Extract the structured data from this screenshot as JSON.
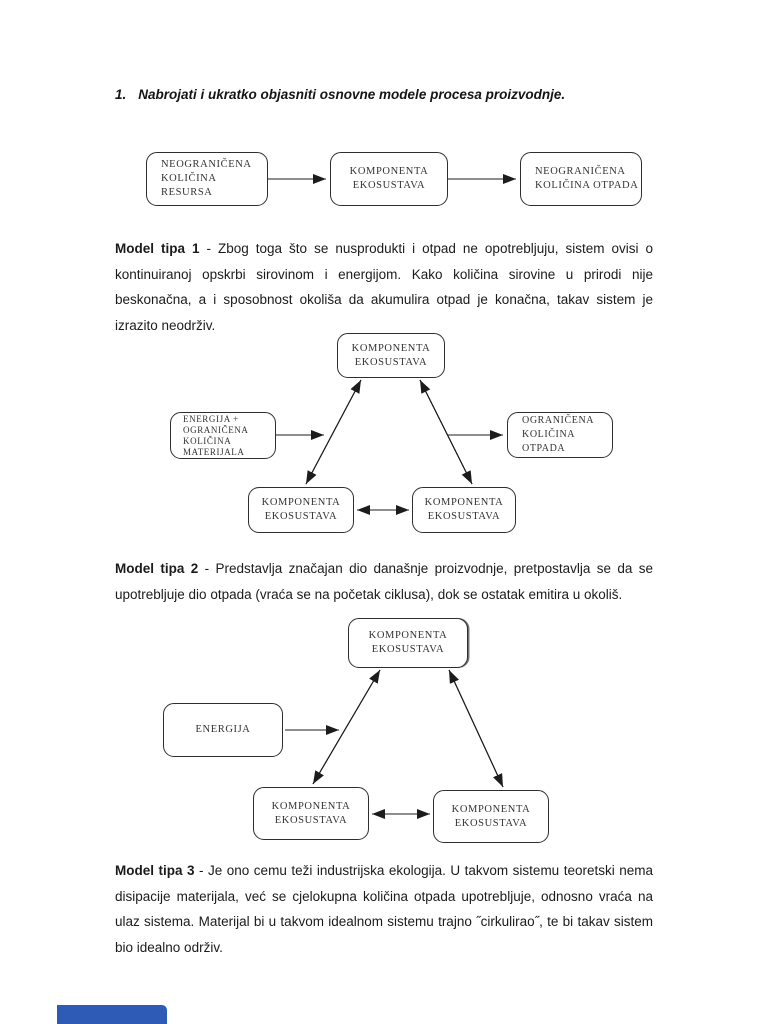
{
  "heading": {
    "number": "1.",
    "text": "Nabrojati i ukratko objasniti osnovne modele procesa proizvodnje."
  },
  "diagrams": [
    {
      "name": "model-tipa-1",
      "boxes": [
        {
          "id": "resursi",
          "lines": [
            "NEOGRANIČENA",
            "KOLIČINA RESURSA"
          ]
        },
        {
          "id": "komponenta",
          "lines": [
            "KOMPONENTA",
            "EKOSUSTAVA"
          ]
        },
        {
          "id": "otpad",
          "lines": [
            "NEOGRANIČENA",
            "KOLIČINA OTPADA"
          ]
        }
      ]
    },
    {
      "name": "model-tipa-2",
      "boxes": [
        {
          "id": "komponenta-top",
          "lines": [
            "KOMPONENTA",
            "EKOSUSTAVA"
          ]
        },
        {
          "id": "ulaz",
          "lines": [
            "ENERGIJA +",
            "OGRANIČENA",
            "KOLIČINA",
            "MATERIJALA"
          ]
        },
        {
          "id": "izlaz",
          "lines": [
            "OGRANIČENA",
            "KOLIČINA OTPADA"
          ]
        },
        {
          "id": "komponenta-dolje-lijevo",
          "lines": [
            "KOMPONENTA",
            "EKOSUSTAVA"
          ]
        },
        {
          "id": "komponenta-dolje-desno",
          "lines": [
            "KOMPONENTA",
            "EKOSUSTAVA"
          ]
        }
      ]
    },
    {
      "name": "model-tipa-3",
      "boxes": [
        {
          "id": "komponenta-top",
          "lines": [
            "KOMPONENTA",
            "EKOSUSTAVA"
          ]
        },
        {
          "id": "ulaz",
          "lines": [
            "ENERGIJA"
          ]
        },
        {
          "id": "komponenta-dolje-lijevo",
          "lines": [
            "KOMPONENTA",
            "EKOSUSTAVA"
          ]
        },
        {
          "id": "komponenta-dolje-desno",
          "lines": [
            "KOMPONENTA",
            "EKOSUSTAVA"
          ]
        }
      ]
    }
  ],
  "paragraphs": [
    {
      "lead": "Model tipa 1",
      "text": " - Zbog toga što se nusprodukti i otpad ne opotrebljuju, sistem ovisi o kontinuiranoj opskrbi sirovinom i energijom. Kako količina sirovine u prirodi nije beskonačna, a i sposobnost okoliša da akumulira otpad je konačna, takav sistem je izrazito neodrživ."
    },
    {
      "lead": "Model tipa 2",
      "text": " - Predstavlja značajan dio današnje proizvodnje, pretpostavlja se da se upotrebljuje dio otpada (vraća se na početak ciklusa), dok se ostatak emitira u okoliš."
    },
    {
      "lead": "Model tipa 3",
      "text": " - Je ono cemu teži industrijska ekologija. U takvom sistemu teoretski nema disipacije materijala, već se cjelokupna količina otpada upotrebljuje, odnosno vraća na ulaz sistema. Materijal bi u takvom idealnom sistemu trajno ˝cirkulirao˝, te bi takav sistem bio idealno održiv."
    }
  ],
  "colors": {
    "next_page_blue": "#2e5bb5",
    "line": "#1c1c1c"
  }
}
